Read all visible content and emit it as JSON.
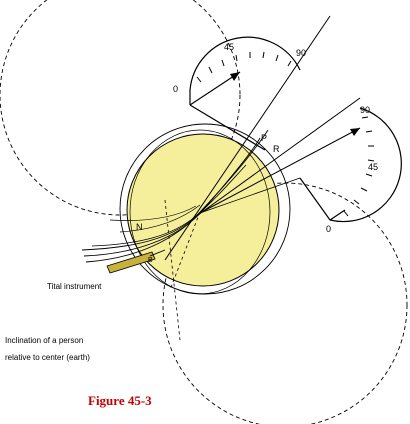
{
  "figure": {
    "caption": "Figure 45-3",
    "instrument_label": "Tital instrument",
    "inclination_line1": "Inclination of a person",
    "inclination_line2": "relative to center  (earth)"
  },
  "left_dial": {
    "tick_0": "0",
    "tick_45": "45",
    "tick_90": "90"
  },
  "right_dial": {
    "tick_0": "0",
    "tick_45": "45",
    "tick_90": "90"
  },
  "points": {
    "P": "P",
    "R": "R",
    "N": "N",
    "B": "B"
  },
  "colors": {
    "earth_fill": "#f5ef9c",
    "instrument_fill": "#c9b23c",
    "caption": "#c40000",
    "line": "#000000"
  }
}
